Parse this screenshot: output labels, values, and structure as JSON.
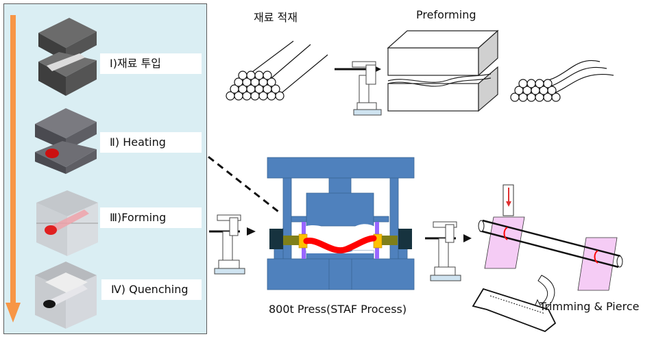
{
  "left_panel": {
    "steps": [
      {
        "numeral": "Ⅰ",
        "label": ")재료 투입"
      },
      {
        "numeral": "Ⅱ",
        "label": ") Heating"
      },
      {
        "numeral": "Ⅲ",
        "label": ")Forming"
      },
      {
        "numeral": "Ⅳ",
        "label": ") Quenching"
      }
    ],
    "arrow_color": "#f79646",
    "background_color": "#daeef3"
  },
  "captions": {
    "material_stacking": "재료 적재",
    "preforming": "Preforming",
    "press": "800t Press(STAF Process)",
    "trimming": "Trimming & Pierce"
  },
  "colors": {
    "press_body": "#4f81bd",
    "heated_tube": "#ff0000",
    "clamp_yellow": "#ffc000",
    "rod_purple": "#9966ff",
    "trim_die": "#f5ccf5"
  }
}
